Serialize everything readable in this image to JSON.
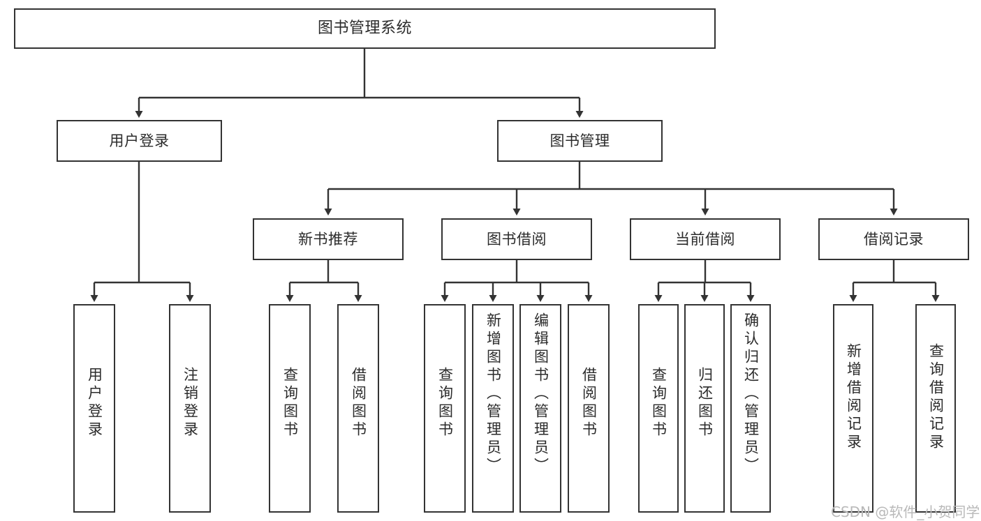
{
  "diagram": {
    "title": "图书管理系统",
    "type": "tree-hierarchy-diagram",
    "root": {
      "label": "图书管理系统"
    },
    "level1": [
      {
        "label": "用户登录"
      },
      {
        "label": "图书管理"
      }
    ],
    "level2": [
      {
        "label": "新书推荐"
      },
      {
        "label": "图书借阅"
      },
      {
        "label": "当前借阅"
      },
      {
        "label": "借阅记录"
      }
    ],
    "leaves": {
      "user_login": [
        {
          "label": "用户登录"
        },
        {
          "label": "注销登录"
        }
      ],
      "new_book_recommend": [
        {
          "label": "查询图书"
        },
        {
          "label": "借阅图书"
        }
      ],
      "book_borrow": [
        {
          "label": "查询图书"
        },
        {
          "label": "新增图书（管理员）"
        },
        {
          "label": "编辑图书（管理员）"
        },
        {
          "label": "借阅图书"
        }
      ],
      "current_borrow": [
        {
          "label": "查询图书"
        },
        {
          "label": "归还图书"
        },
        {
          "label": "确认归还（管理员）"
        }
      ],
      "borrow_record": [
        {
          "label": "新增借阅记录"
        },
        {
          "label": "查询借阅记录"
        }
      ]
    }
  },
  "watermark": {
    "text": "CSDN @软件_小贺同学"
  },
  "colors": {
    "box_border": "#333333",
    "box_fill": "#ffffff",
    "text": "#2b2b2b",
    "connector": "#333333",
    "watermark": "#b9b9b9"
  }
}
